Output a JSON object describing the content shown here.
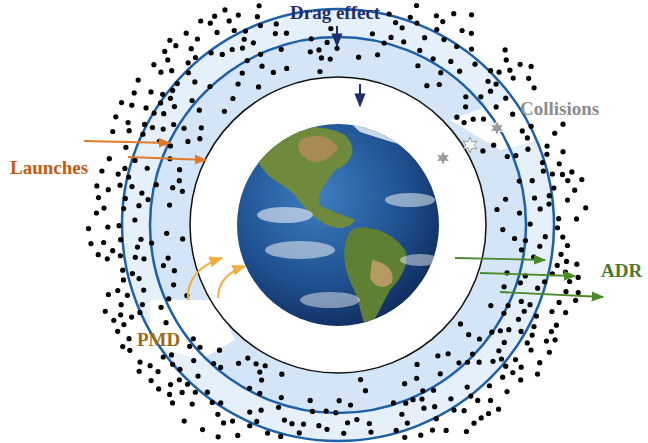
{
  "diagram": {
    "labels": [
      "Drag effect",
      "Collisions",
      "Launches",
      "PMD",
      "ADR"
    ]
  }
}
